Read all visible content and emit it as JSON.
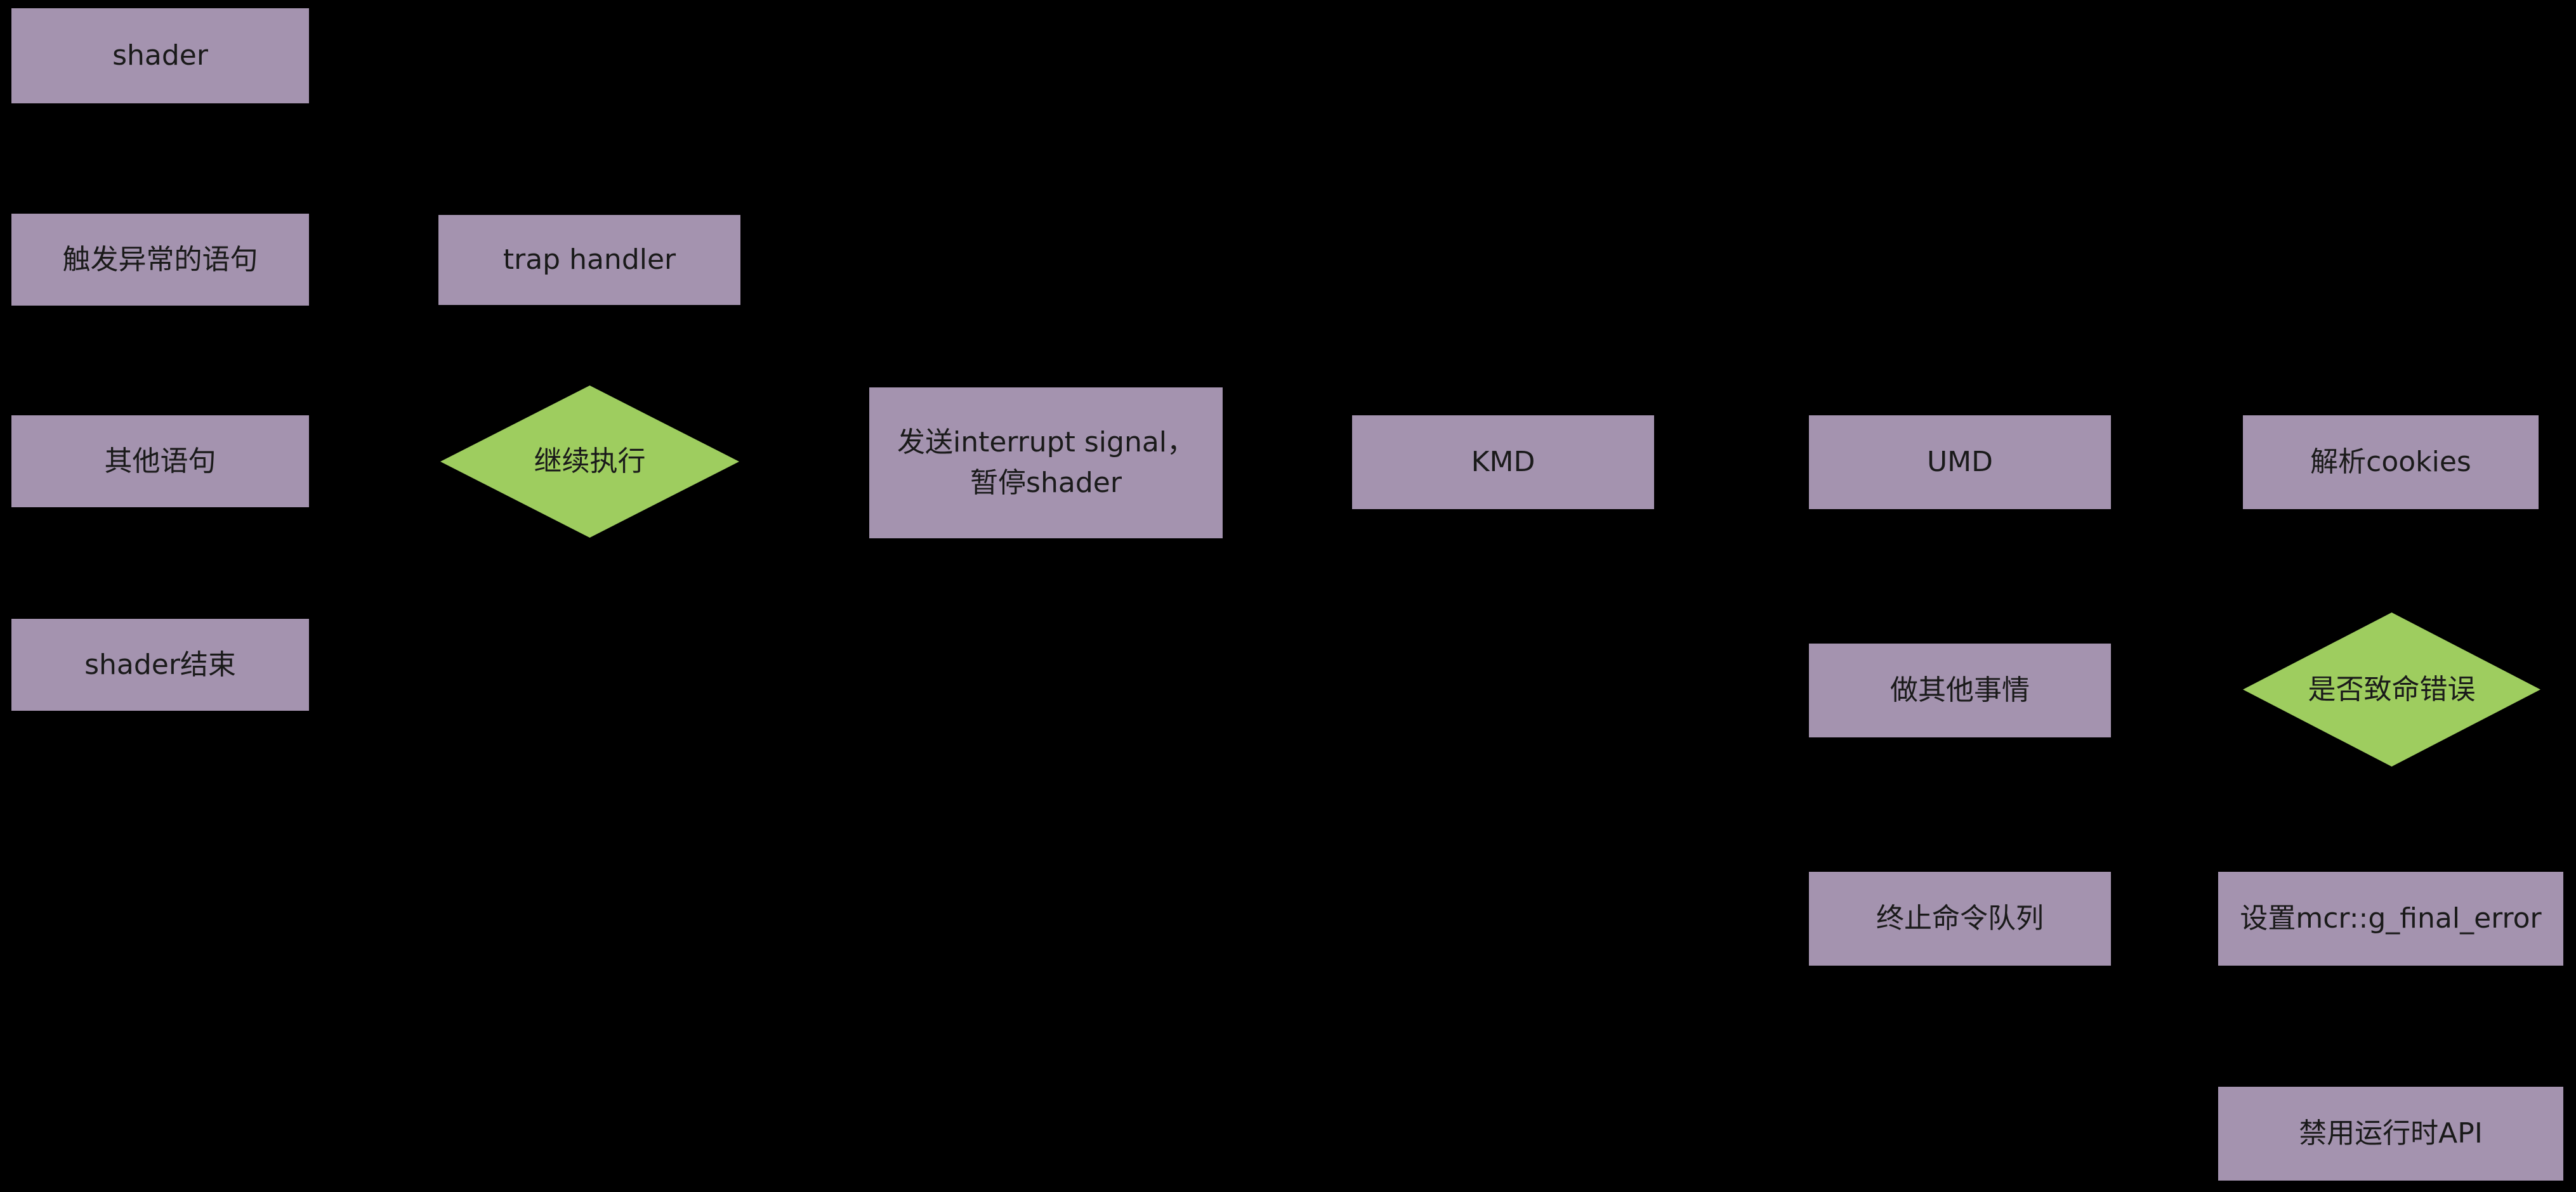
{
  "diagram": {
    "background": "#000000",
    "colors": {
      "process_fill": "#a493af",
      "decision_fill": "#9ecd5f",
      "text": "#1a1a1a"
    },
    "nodes": {
      "shader": {
        "label": "shader",
        "shape": "rect"
      },
      "trigger_exception": {
        "label": "触发异常的语句",
        "shape": "rect"
      },
      "trap_handler": {
        "label": "trap handler",
        "shape": "rect"
      },
      "other_statements": {
        "label": "其他语句",
        "shape": "rect"
      },
      "continue_execution": {
        "label": "继续执行",
        "shape": "diamond"
      },
      "send_interrupt": {
        "label": "发送interrupt signal，\n暂停shader",
        "shape": "rect"
      },
      "kmd": {
        "label": "KMD",
        "shape": "rect"
      },
      "umd": {
        "label": "UMD",
        "shape": "rect"
      },
      "parse_cookies": {
        "label": "解析cookies",
        "shape": "rect"
      },
      "shader_end": {
        "label": "shader结束",
        "shape": "rect"
      },
      "do_other_things": {
        "label": "做其他事情",
        "shape": "rect"
      },
      "is_fatal_error": {
        "label": "是否致命错误",
        "shape": "diamond"
      },
      "terminate_queue": {
        "label": "终止命令队列",
        "shape": "rect"
      },
      "set_final_error": {
        "label": "设置mcr::g_final_error",
        "shape": "rect"
      },
      "disable_runtime_api": {
        "label": "禁用运行时API",
        "shape": "rect"
      }
    }
  }
}
